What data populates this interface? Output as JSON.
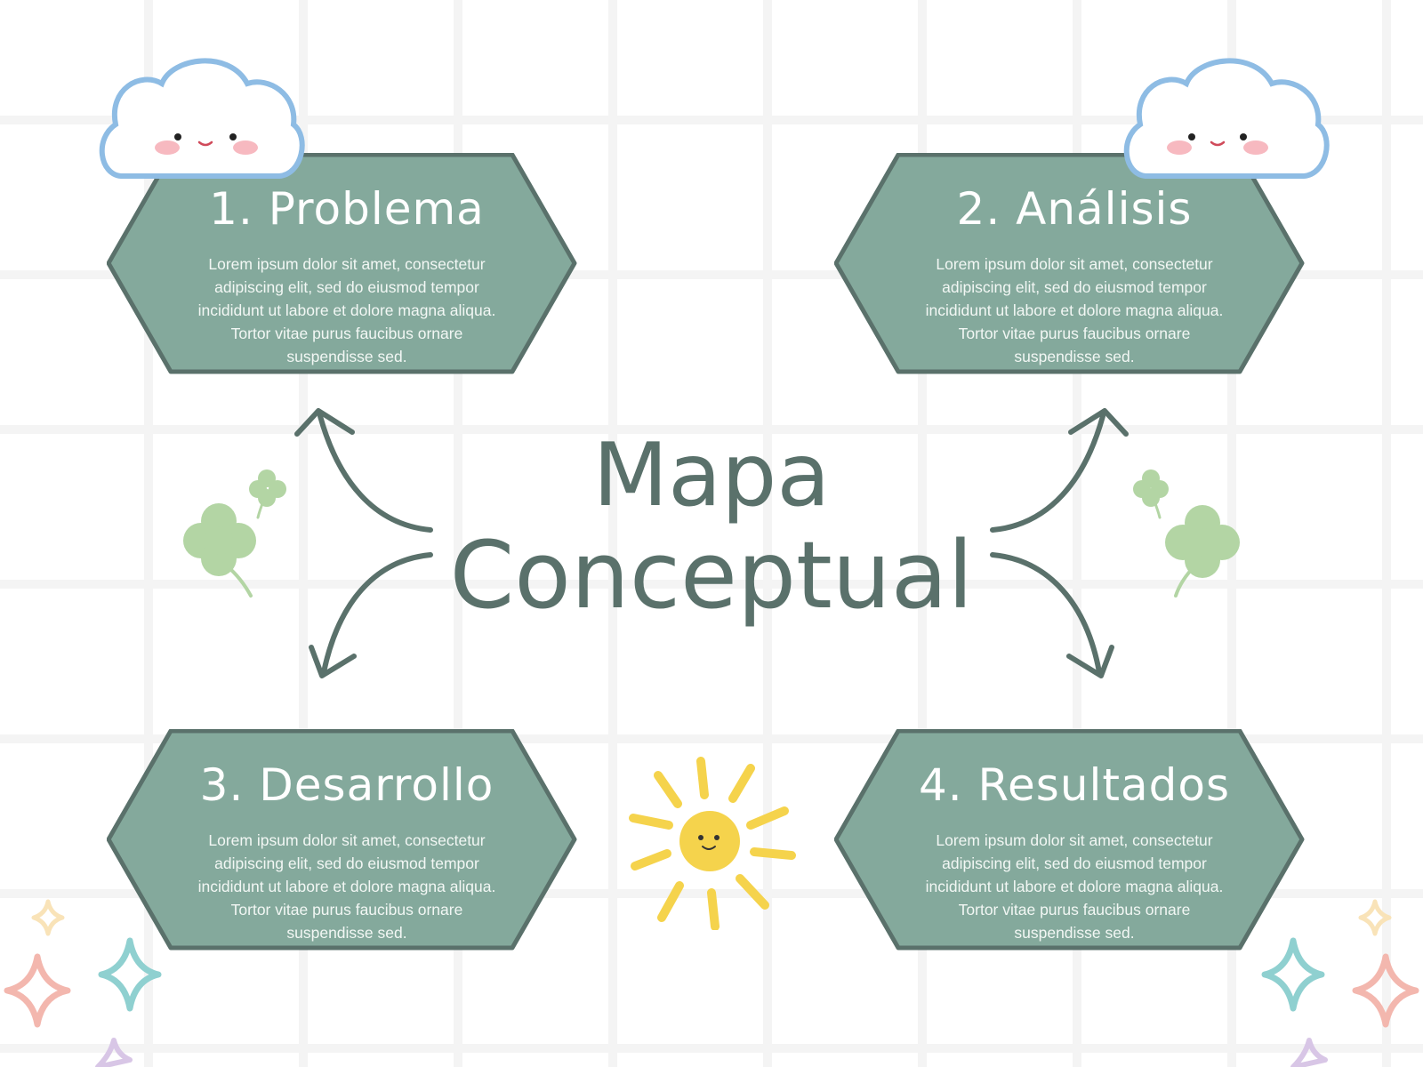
{
  "title": {
    "line1": "Mapa",
    "line2": "Conceptual"
  },
  "nodes": [
    {
      "title": "1. Problema",
      "text": "Lorem ipsum dolor sit amet, consectetur adipiscing elit, sed do eiusmod tempor incididunt ut labore et dolore magna aliqua. Tortor vitae purus faucibus ornare suspendisse sed."
    },
    {
      "title": "2. Análisis",
      "text": "Lorem ipsum dolor sit amet, consectetur adipiscing elit, sed do eiusmod tempor incididunt ut labore et dolore magna aliqua. Tortor vitae purus faucibus ornare suspendisse sed."
    },
    {
      "title": "3. Desarrollo",
      "text": "Lorem ipsum dolor sit amet, consectetur adipiscing elit, sed do eiusmod tempor incididunt ut labore et dolore magna aliqua. Tortor vitae purus faucibus ornare suspendisse sed."
    },
    {
      "title": "4. Resultados",
      "text": "Lorem ipsum dolor sit amet, consectetur adipiscing elit, sed do eiusmod tempor incididunt ut labore et dolore magna aliqua. Tortor vitae purus faucibus ornare suspendisse sed."
    }
  ],
  "colors": {
    "node_fill": "#84a99c",
    "node_stroke": "#5a716b",
    "text_dark": "#5a716b",
    "clover": "#b3d5a4",
    "sun": "#f5d34c",
    "cloud_outline": "#8ebce4"
  },
  "icons": [
    "cloud-face-icon",
    "clover-icon",
    "sun-face-icon",
    "sparkle-icon"
  ]
}
